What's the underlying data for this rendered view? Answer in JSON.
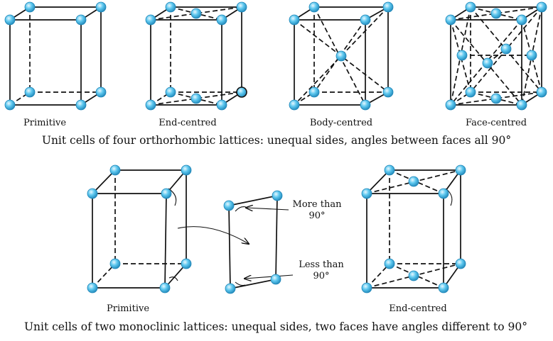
{
  "orthorhombic": {
    "labels": [
      "Primitive",
      "End-centred",
      "Body-centred",
      "Face-centred"
    ],
    "caption": "Unit cells of four orthorhombic lattices: unequal sides, angles between faces all 90°"
  },
  "monoclinic": {
    "labels": [
      "Primitive",
      "End-centred"
    ],
    "annotation_more": [
      "More than",
      "90°"
    ],
    "annotation_less": [
      "Less than",
      "90°"
    ],
    "caption": "Unit cells of two monoclinic lattices: unequal sides, two faces have angles different to 90°"
  },
  "colors": {
    "atom_fill": "#5ec8ef",
    "atom_highlight": "#e8f8ff",
    "atom_outline": "#1f86b8",
    "edge": "#111111"
  }
}
